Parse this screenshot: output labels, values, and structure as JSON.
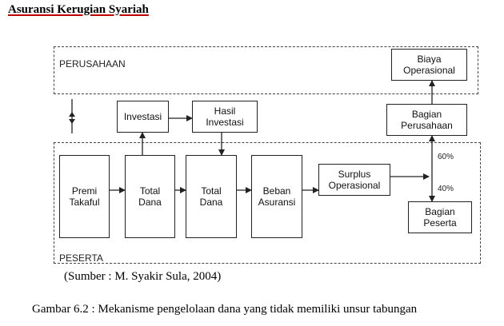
{
  "page_title": "Asuransi Kerugian Syariah",
  "diagram": {
    "zones": {
      "perusahaan": "PERUSAHAAN",
      "peserta": "PESERTA"
    },
    "boxes": {
      "premi": "Premi\nTakaful",
      "total_dana_1": "Total\nDana",
      "total_dana_2": "Total\nDana",
      "beban": "Beban\nAsuransi",
      "surplus": "Surplus\nOperasional",
      "investasi": "Investasi",
      "hasil_investasi": "Hasil\nInvestasi",
      "biaya": "Biaya\nOperasional",
      "bagian_perusahaan": "Bagian\nPerusahaan",
      "bagian_peserta": "Bagian\nPeserta"
    },
    "shares": {
      "perusahaan": "60%",
      "peserta": "40%"
    }
  },
  "source": "(Sumber : M. Syakir Sula, 2004)",
  "caption": "Gambar 6.2 : Mekanisme pengelolaan dana yang tidak memiliki unsur tabungan"
}
